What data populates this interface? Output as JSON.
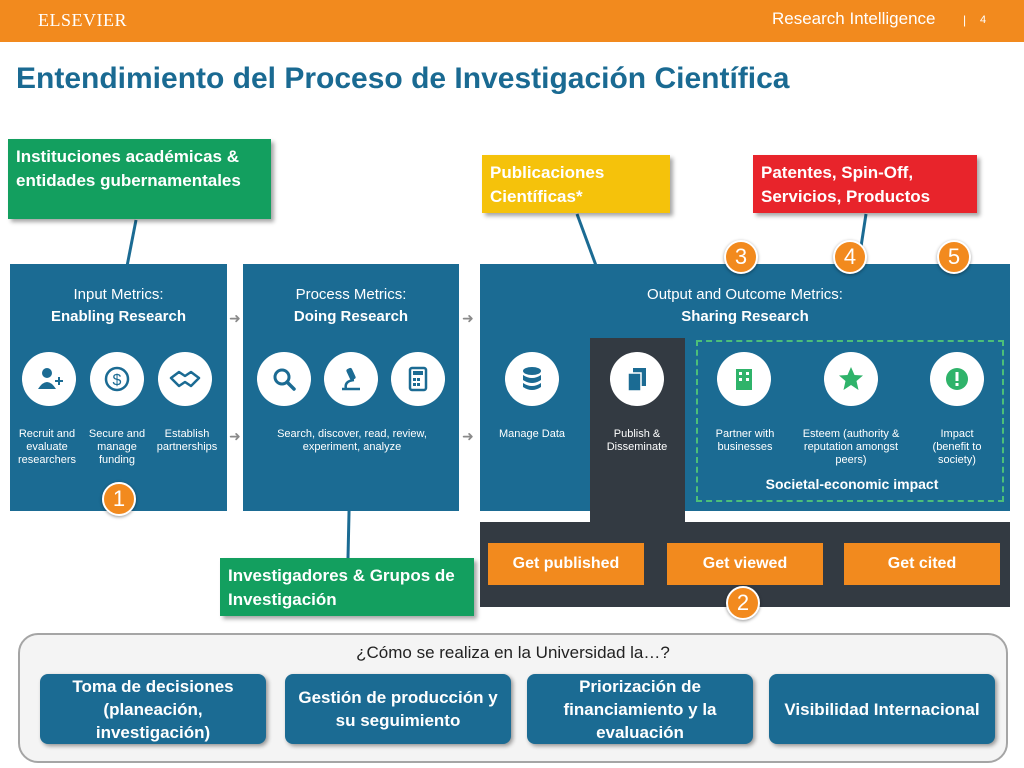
{
  "header": {
    "logo": "ELSEVIER",
    "brand": "Research Intelligence",
    "separator": "|",
    "page_number": "4"
  },
  "title": "Entendimiento del Proceso de Investigación Científica",
  "callouts": {
    "institutions": "Instituciones académicas & entidades gubernamentales",
    "publications": "Publicaciones Científicas*",
    "patents": "Patentes, Spin-Off, Servicios, Productos",
    "researchers": "Investigadores & Grupos de Investigación"
  },
  "panels": {
    "input": {
      "line1": "Input Metrics:",
      "line2": "Enabling Research",
      "items": [
        "Recruit and evaluate researchers",
        "Secure and manage funding",
        "Establish partnerships"
      ]
    },
    "process": {
      "line1": "Process Metrics:",
      "line2": "Doing Research",
      "caption": "Search, discover, read, review, experiment, analyze"
    },
    "output": {
      "line1": "Output and Outcome Metrics:",
      "line2": "Sharing Research",
      "items": [
        "Manage Data",
        "Publish & Disseminate",
        "Partner with businesses",
        "Esteem (authority & reputation amongst peers)",
        "Impact (benefit to society)"
      ],
      "societal": "Societal-economic impact"
    }
  },
  "get_buttons": [
    "Get published",
    "Get viewed",
    "Get cited"
  ],
  "numbers": [
    "1",
    "2",
    "3",
    "4",
    "5"
  ],
  "bottom": {
    "question": "¿Cómo se realiza en la Universidad la…?",
    "boxes": [
      "Toma de decisiones (planeación, investigación)",
      "Gestión de producción y su seguimiento",
      "Priorización de financiamiento y la evaluación",
      "Visibilidad Internacional"
    ]
  },
  "colors": {
    "orange": "#f28a1e",
    "blue": "#1b6b93",
    "dark": "#333a42",
    "green": "#139f5f",
    "yellow": "#f5c20b",
    "red": "#e8242b"
  }
}
